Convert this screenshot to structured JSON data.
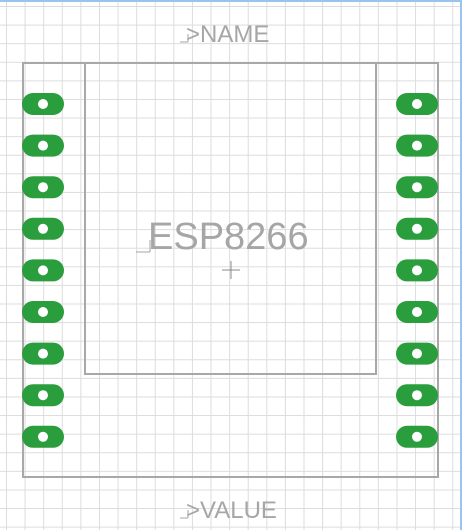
{
  "labels": {
    "name": ">NAME",
    "part": "ESP8266",
    "value": ">VALUE"
  },
  "colors": {
    "outline": "#a8a8a8",
    "pad": "#2a9d3c",
    "pad_hole": "#ffffff",
    "label": "#a6a6a6",
    "grid": "#dcdcdc"
  },
  "pads": {
    "left_count": 9,
    "right_count": 9
  },
  "icons": {
    "origin_marker": "crosshair-icon"
  }
}
